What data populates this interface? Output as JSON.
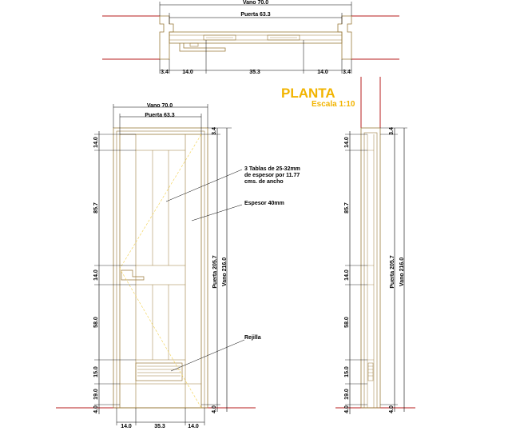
{
  "title": "PLANTA",
  "scale": "Escala 1:10",
  "plan": {
    "vano": "Vano 70.0",
    "puerta": "Puerta 63.3",
    "bottom_dims": [
      "3.4",
      "14.0",
      "35.3",
      "14.0",
      "3.4"
    ]
  },
  "front": {
    "vano": "Vano 70.0",
    "puerta": "Puerta 63.3",
    "left_dims": [
      "14.0",
      "85.7",
      "14.0",
      "58.0",
      "15.0",
      "19.0",
      "4.0"
    ],
    "top_right": "3.4",
    "bottom_right": "4.0",
    "puerta_height": "Puerta 205.7",
    "vano_height": "Vano 216.0",
    "bottom_dims": [
      "14.0",
      "35.3",
      "14.0"
    ],
    "note_tablas": [
      "3 Tablas de 25-32mm",
      "de espesor por 11.77",
      "cms. de ancho"
    ],
    "note_espesor": "Espesor 40mm",
    "note_rejilla": "Rejilla"
  },
  "side": {
    "left_dims": [
      "14.0",
      "85.7",
      "14.0",
      "58.0",
      "15.0",
      "19.0",
      "4.0"
    ],
    "top_right": "3.4",
    "bottom_right": "4.0",
    "puerta_height": "Puerta 205.7",
    "vano_height": "Vano 216.0"
  },
  "colors": {
    "wood": "#9a7a3a",
    "wall": "#b71c1c",
    "dimension": "#000000",
    "title": "#f2b400",
    "diagonal": "#f2d04a"
  }
}
